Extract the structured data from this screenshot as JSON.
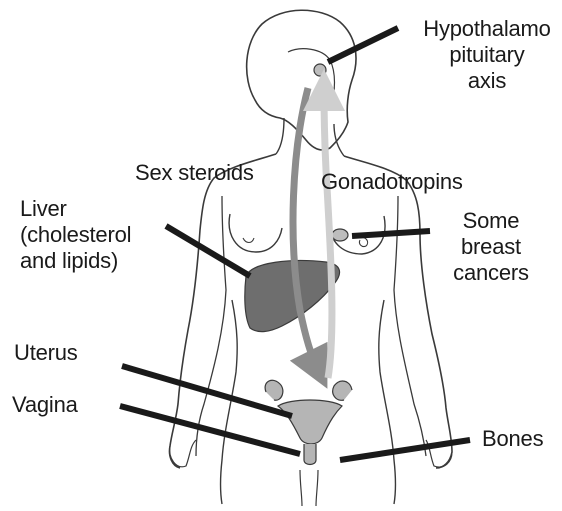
{
  "labels": {
    "hypothalamo": [
      "Hypothalamo",
      "pituitary",
      "axis"
    ],
    "sex_steroids": "Sex steroids",
    "gonadotropins": "Gonadotropins",
    "liver": [
      "Liver",
      "(cholesterol",
      "and lipids)"
    ],
    "breast": [
      "Some",
      "breast",
      "cancers"
    ],
    "uterus": "Uterus",
    "vagina": "Vagina",
    "bones": "Bones"
  },
  "colors": {
    "outline": "#3a3a3a",
    "leader_line": "#1a1a1a",
    "liver_fill": "#6e6e6e",
    "sex_steroid_arrow": "#8c8c8c",
    "gonadotropin_arrow": "#cfcfcf",
    "organ_fill": "#b5b5b5",
    "pituitary_fill": "#bdbdbd"
  }
}
